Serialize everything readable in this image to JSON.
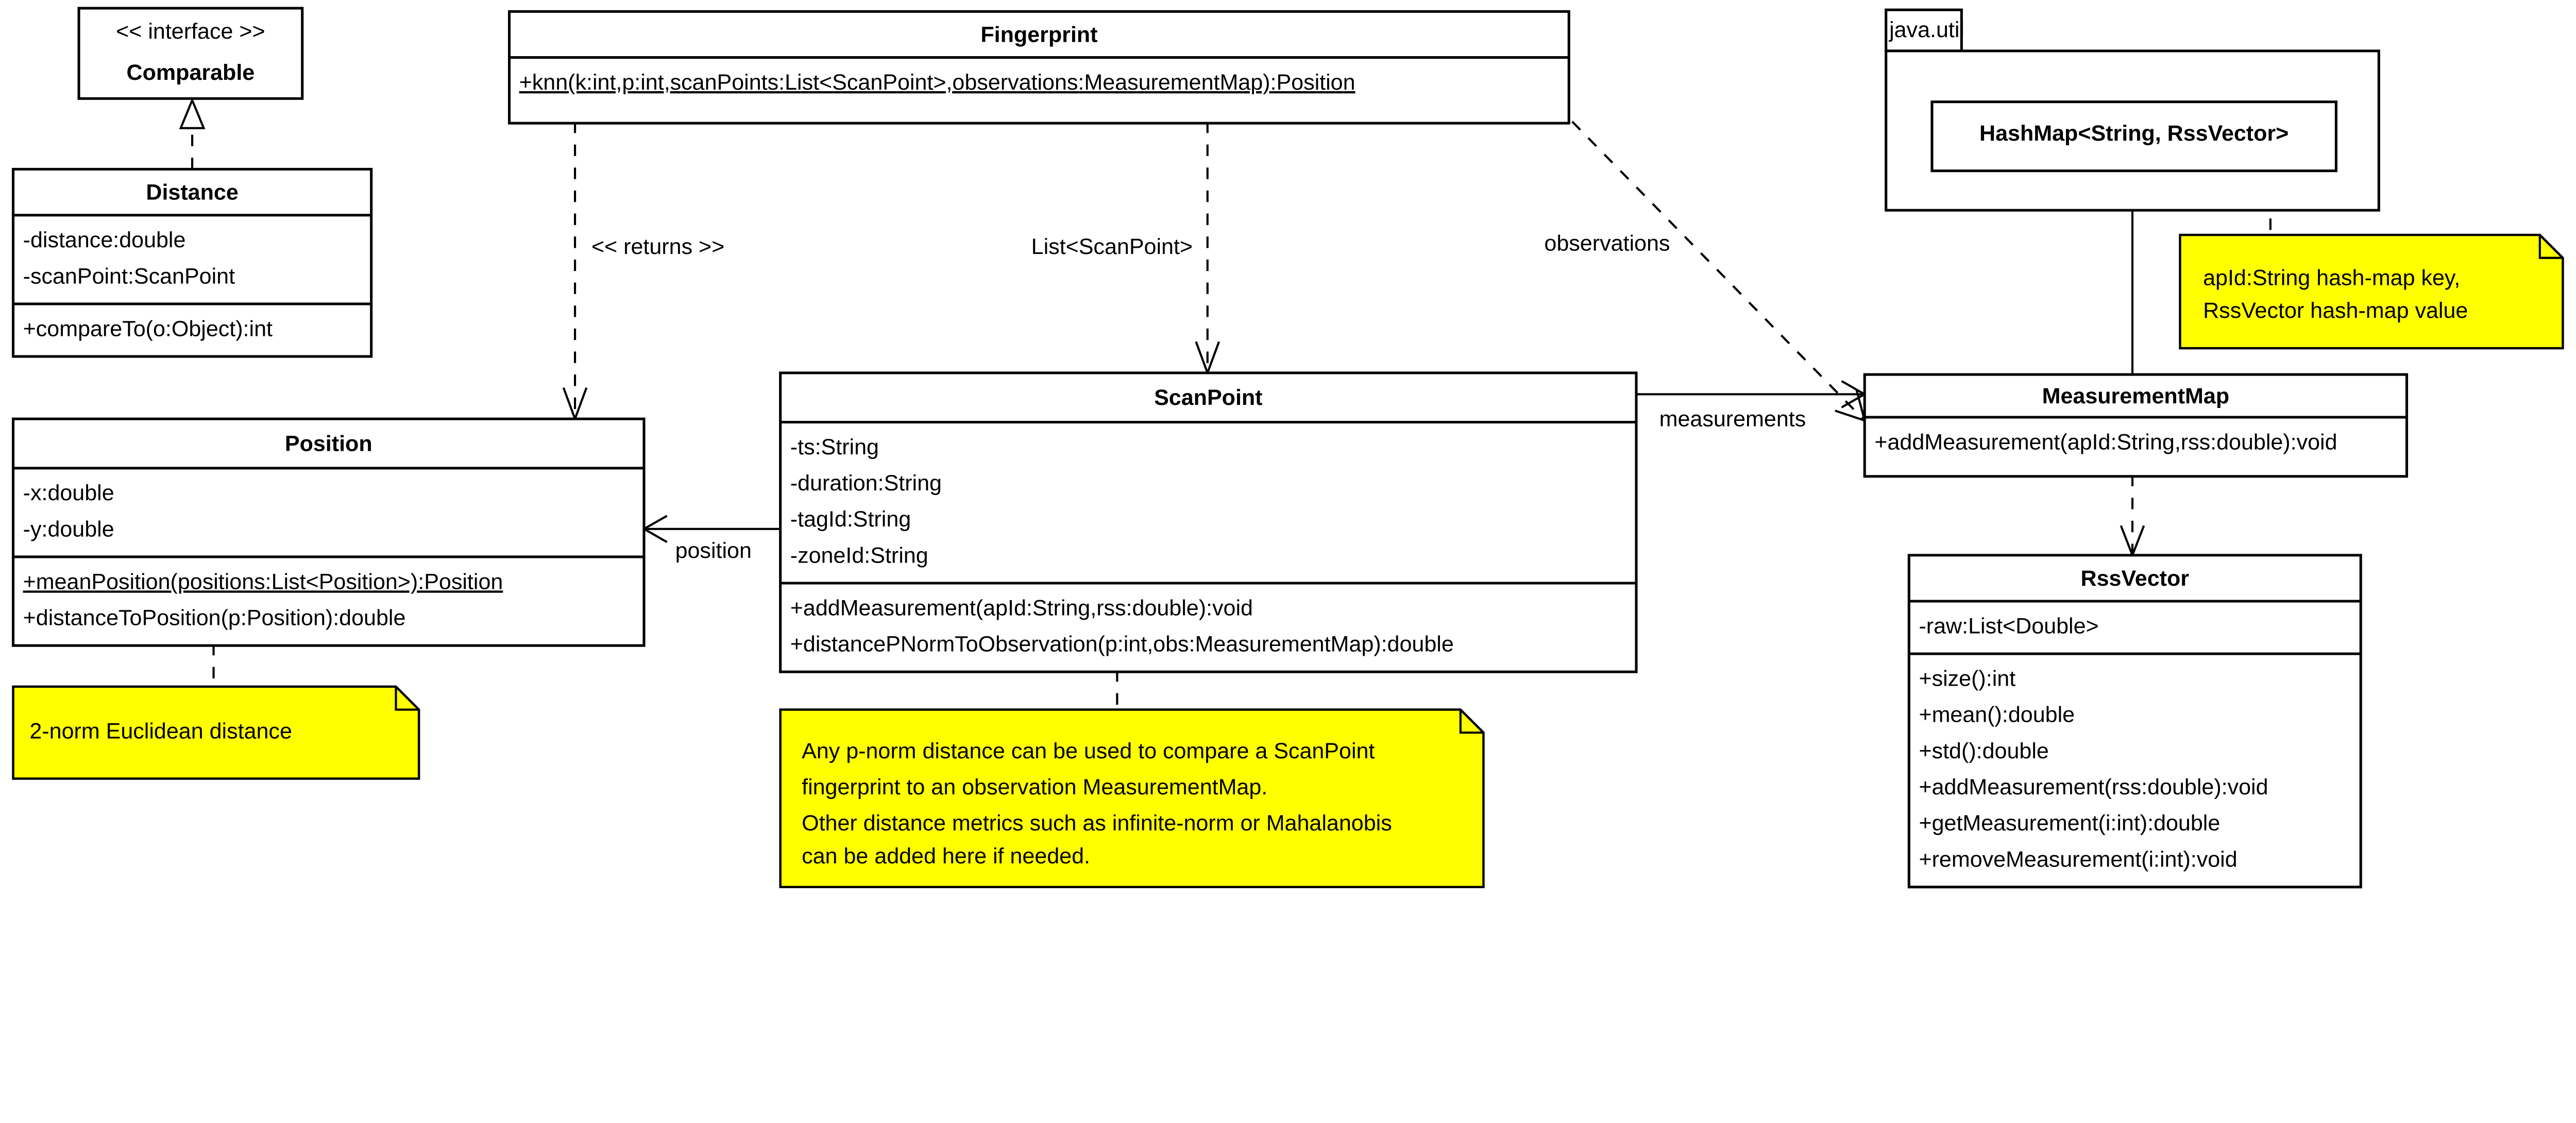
{
  "classes": {
    "comparable": {
      "stereotype": "<< interface >>",
      "name": "Comparable",
      "attributes": [],
      "operations": []
    },
    "distance": {
      "name": "Distance",
      "attributes": [
        "-distance:double",
        "-scanPoint:ScanPoint"
      ],
      "operations": [
        "+compareTo(o:Object):int"
      ]
    },
    "fingerprint": {
      "name": "Fingerprint",
      "attributes": null,
      "operations": [
        "+knn(k:int,p:int,scanPoints:List<ScanPoint>,observations:MeasurementMap):Position"
      ],
      "static_operations": [
        0
      ]
    },
    "position": {
      "name": "Position",
      "attributes": [
        "-x:double",
        "-y:double"
      ],
      "operations": [
        "+meanPosition(positions:List<Position>):Position",
        "+distanceToPosition(p:Position):double"
      ],
      "static_operations": [
        0
      ]
    },
    "scanpoint": {
      "name": "ScanPoint",
      "attributes": [
        "-ts:String",
        "-duration:String",
        "-tagId:String",
        "-zoneId:String"
      ],
      "operations": [
        "+addMeasurement(apId:String,rss:double):void",
        "+distancePNormToObservation(p:int,obs:MeasurementMap):double"
      ]
    },
    "measurementmap": {
      "name": "MeasurementMap",
      "attributes": null,
      "operations": [
        "+addMeasurement(apId:String,rss:double):void"
      ]
    },
    "rssvector": {
      "name": "RssVector",
      "attributes": [
        "-raw:List<Double>"
      ],
      "operations": [
        "+size():int",
        "+mean():double",
        "+std():double",
        "+addMeasurement(rss:double):void",
        "+getMeasurement(i:int):double",
        "+removeMeasurement(i:int):void"
      ]
    },
    "hashmap": {
      "name": "HashMap<String, RssVector>",
      "attributes": [],
      "operations": []
    }
  },
  "package": {
    "name": "java.util"
  },
  "notes": {
    "euclid": {
      "lines": [
        "2-norm Euclidean distance"
      ]
    },
    "pnorm": {
      "lines": [
        "Any p-norm distance can be used to compare a ScanPoint",
        "fingerprint to an observation MeasurementMap.",
        "Other distance metrics such as infinite-norm or Mahalanobis",
        "can be added here if needed."
      ]
    },
    "hashmap": {
      "lines": [
        "apId:String hash-map key,",
        "RssVector hash-map value"
      ]
    }
  },
  "relations": {
    "returns": "<< returns >>",
    "list_scanpoint": "List<ScanPoint>",
    "observations": "observations",
    "measurements": "measurements",
    "position": "position"
  },
  "colors": {
    "note": "#ffff00",
    "line": "#000000",
    "box": "#ffffff"
  }
}
